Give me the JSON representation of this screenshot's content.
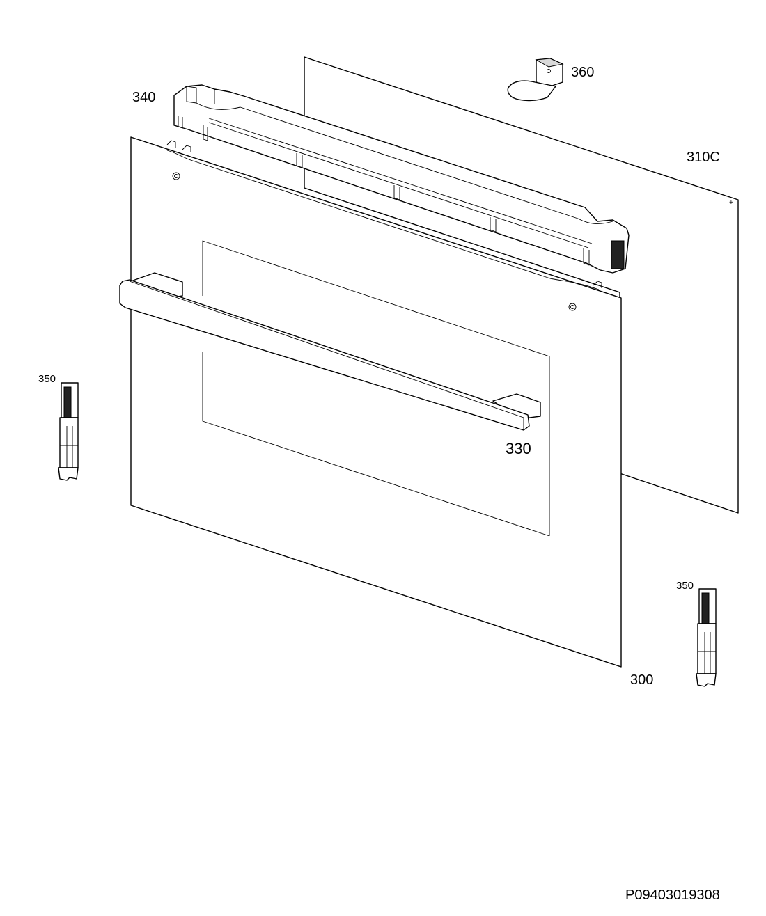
{
  "labels": {
    "part_300": "300",
    "part_310c": "310C",
    "part_330": "330",
    "part_340": "340",
    "part_350_left": "350",
    "part_350_right": "350",
    "part_360": "360",
    "drawing_number": "P09403019308"
  }
}
